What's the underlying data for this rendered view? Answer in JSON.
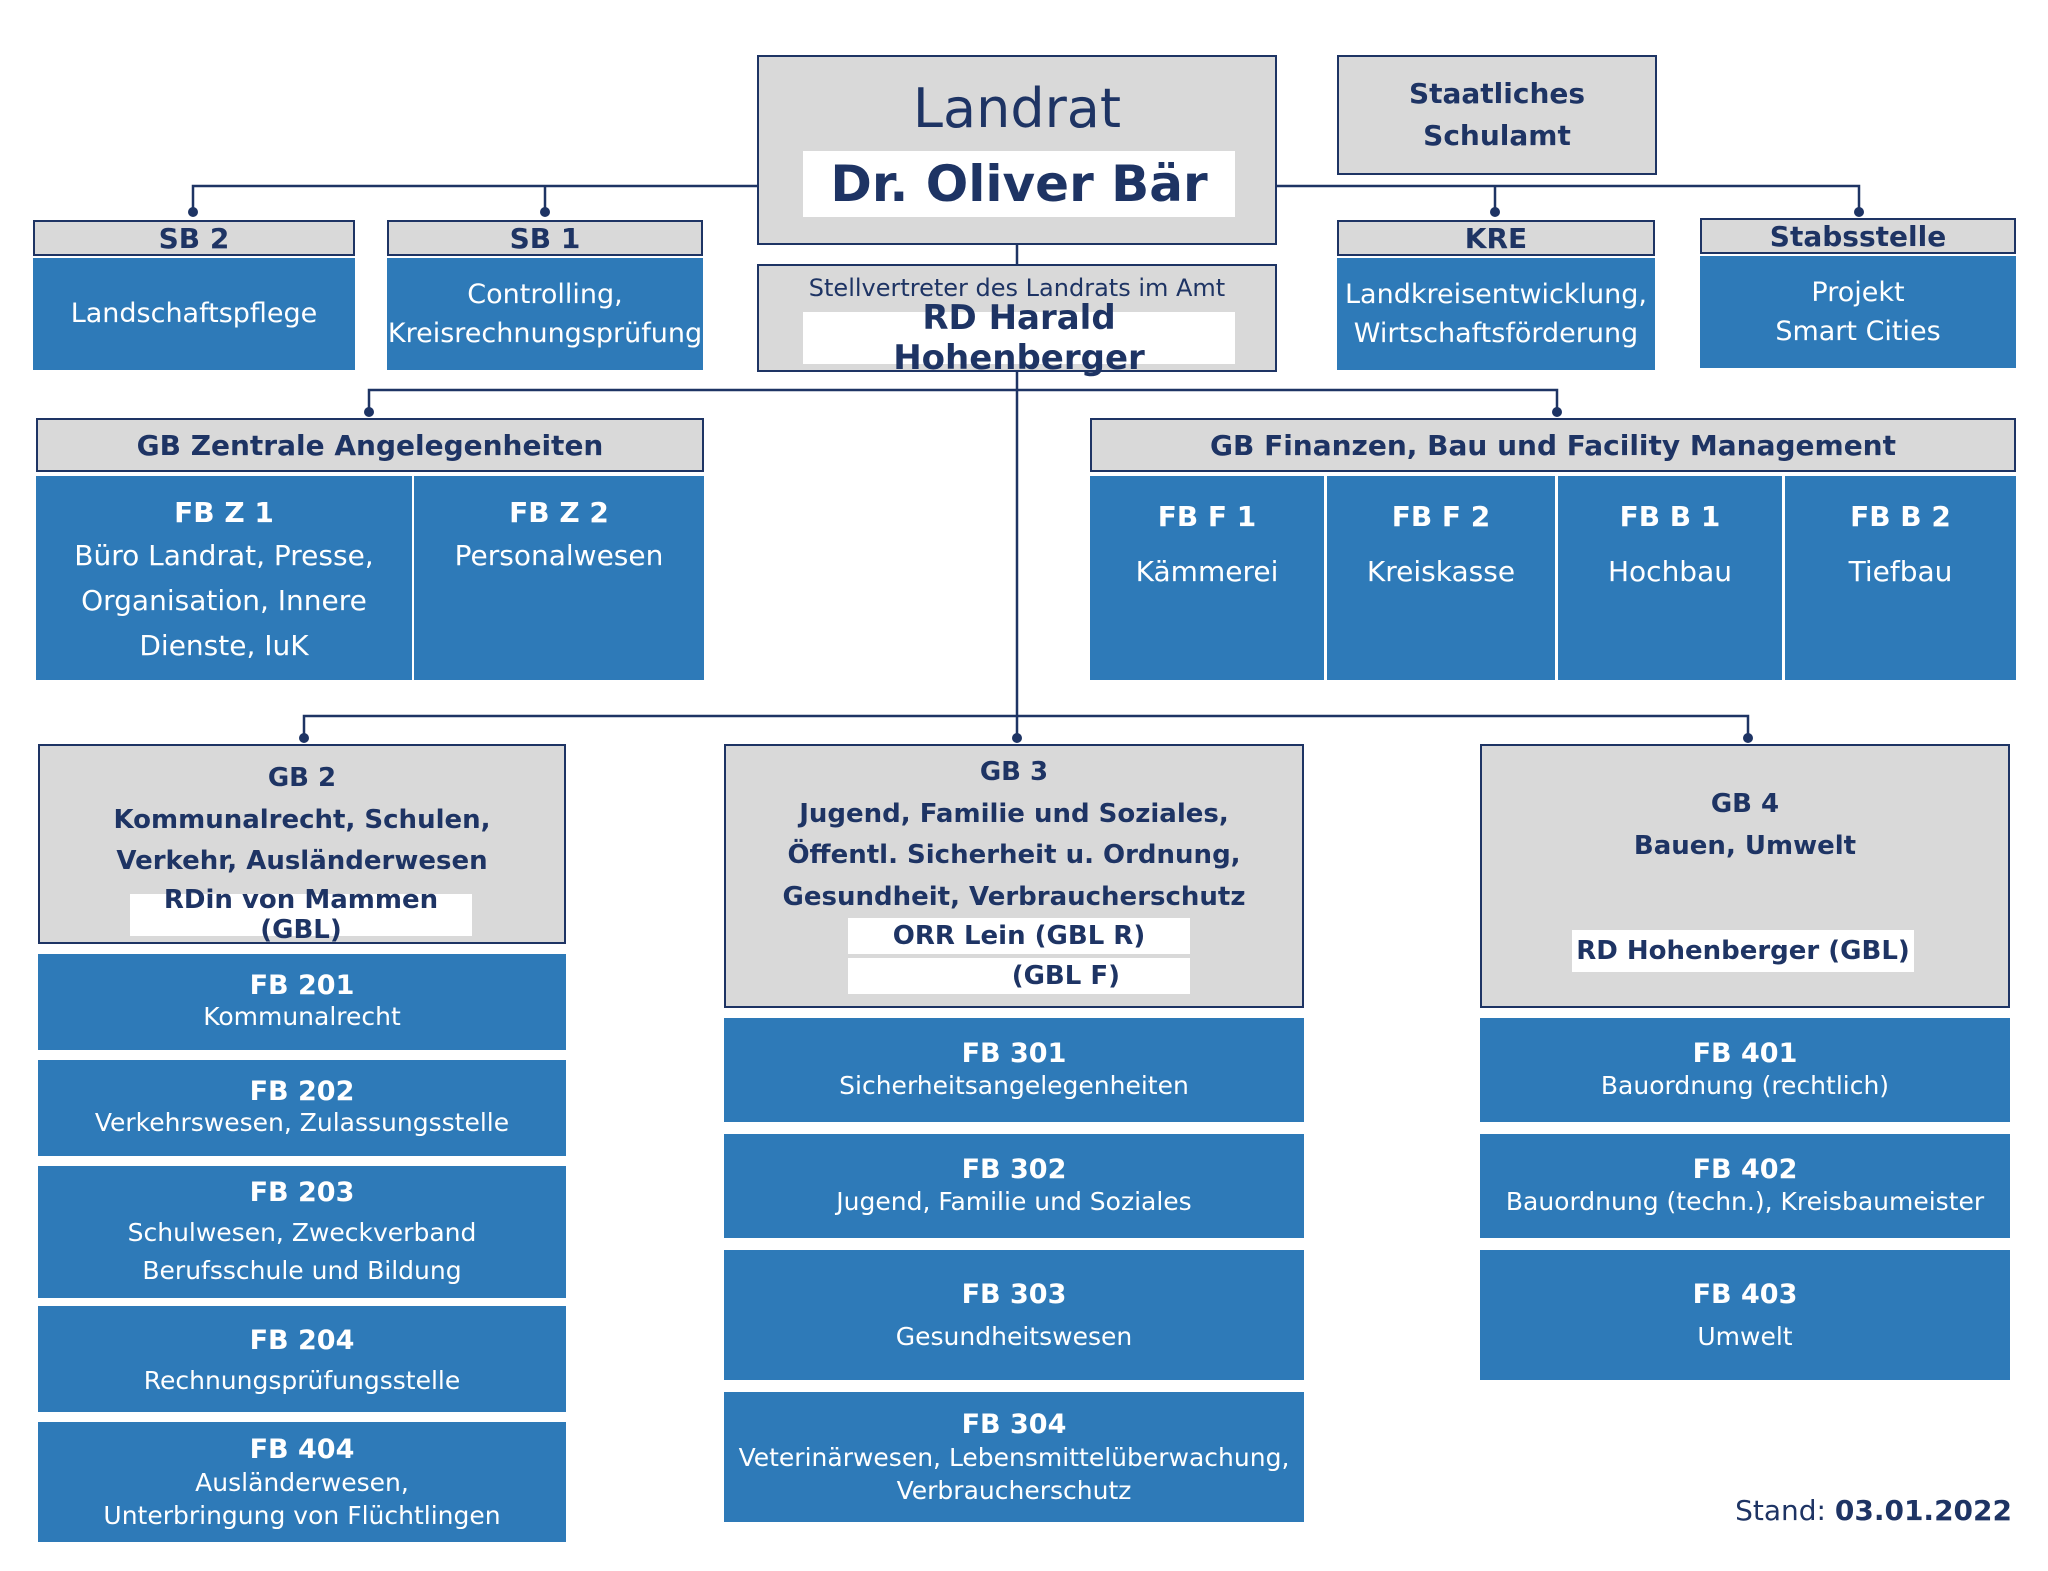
{
  "landrat": {
    "title": "Landrat",
    "name": "Dr. Oliver Bär"
  },
  "stellvertreter": {
    "label": "Stellvertreter des Landrats im Amt",
    "name": "RD Harald Hohenberger"
  },
  "schulamt": {
    "line1": "Staatliches",
    "line2": "Schulamt"
  },
  "sb2": {
    "title": "SB 2",
    "desc": "Landschaftspflege"
  },
  "sb1": {
    "title": "SB 1",
    "desc1": "Controlling,",
    "desc2": "Kreisrechnungsprüfung"
  },
  "kre": {
    "title": "KRE",
    "desc1": "Landkreisentwicklung,",
    "desc2": "Wirtschaftsförderung"
  },
  "stabsstelle": {
    "title": "Stabsstelle",
    "desc1": "Projekt",
    "desc2": "Smart Cities"
  },
  "gb_zentral": {
    "title": "GB Zentrale Angelegenheiten",
    "fbz1": {
      "title": "FB Z 1",
      "l1": "Büro Landrat, Presse,",
      "l2": "Organisation, Innere",
      "l3": "Dienste, IuK"
    },
    "fbz2": {
      "title": "FB Z 2",
      "desc": "Personalwesen"
    }
  },
  "gb_finanzen": {
    "title": "GB Finanzen, Bau und Facility Management",
    "units": [
      {
        "title": "FB F 1",
        "desc": "Kämmerei"
      },
      {
        "title": "FB F 2",
        "desc": "Kreiskasse"
      },
      {
        "title": "FB B 1",
        "desc": "Hochbau"
      },
      {
        "title": "FB B 2",
        "desc": "Tiefbau"
      }
    ]
  },
  "gb2": {
    "title": "GB 2",
    "l1": "Kommunalrecht, Schulen,",
    "l2": "Verkehr, Ausländerwesen",
    "lead": "RDin von Mammen (GBL)",
    "fb201": {
      "title": "FB 201",
      "desc": "Kommunalrecht"
    },
    "fb202": {
      "title": "FB 202",
      "desc": "Verkehrswesen, Zulassungsstelle"
    },
    "fb203": {
      "title": "FB 203",
      "l1": "Schulwesen, Zweckverband",
      "l2": "Berufsschule und Bildung"
    },
    "fb204": {
      "title": "FB 204",
      "desc": "Rechnungsprüfungsstelle"
    },
    "fb404": {
      "title": "FB 404",
      "l1": "Ausländerwesen,",
      "l2": "Unterbringung von Flüchtlingen"
    }
  },
  "gb3": {
    "title": "GB 3",
    "l1": "Jugend, Familie und Soziales,",
    "l2": "Öffentl. Sicherheit u. Ordnung,",
    "l3": "Gesundheit, Verbraucherschutz",
    "lead1": "ORR Lein (GBL R)",
    "lead2": "(GBL F)",
    "fb301": {
      "title": "FB 301",
      "desc": "Sicherheitsangelegenheiten"
    },
    "fb302": {
      "title": "FB 302",
      "desc": "Jugend, Familie und Soziales"
    },
    "fb303": {
      "title": "FB 303",
      "desc": "Gesundheitswesen"
    },
    "fb304": {
      "title": "FB 304",
      "l1": "Veterinärwesen, Lebensmittelüberwachung,",
      "l2": "Verbraucherschutz"
    }
  },
  "gb4": {
    "title": "GB 4",
    "l1": "Bauen, Umwelt",
    "lead": "RD Hohenberger (GBL)",
    "fb401": {
      "title": "FB 401",
      "desc": "Bauordnung (rechtlich)"
    },
    "fb402": {
      "title": "FB 402",
      "desc": "Bauordnung (techn.), Kreisbaumeister"
    },
    "fb403": {
      "title": "FB 403",
      "desc": "Umwelt"
    }
  },
  "stand": {
    "label": "Stand:",
    "date": "03.01.2022"
  },
  "colors": {
    "navy": "#1e3464",
    "blue": "#2e7ab8",
    "grey": "#d9d9d9"
  }
}
